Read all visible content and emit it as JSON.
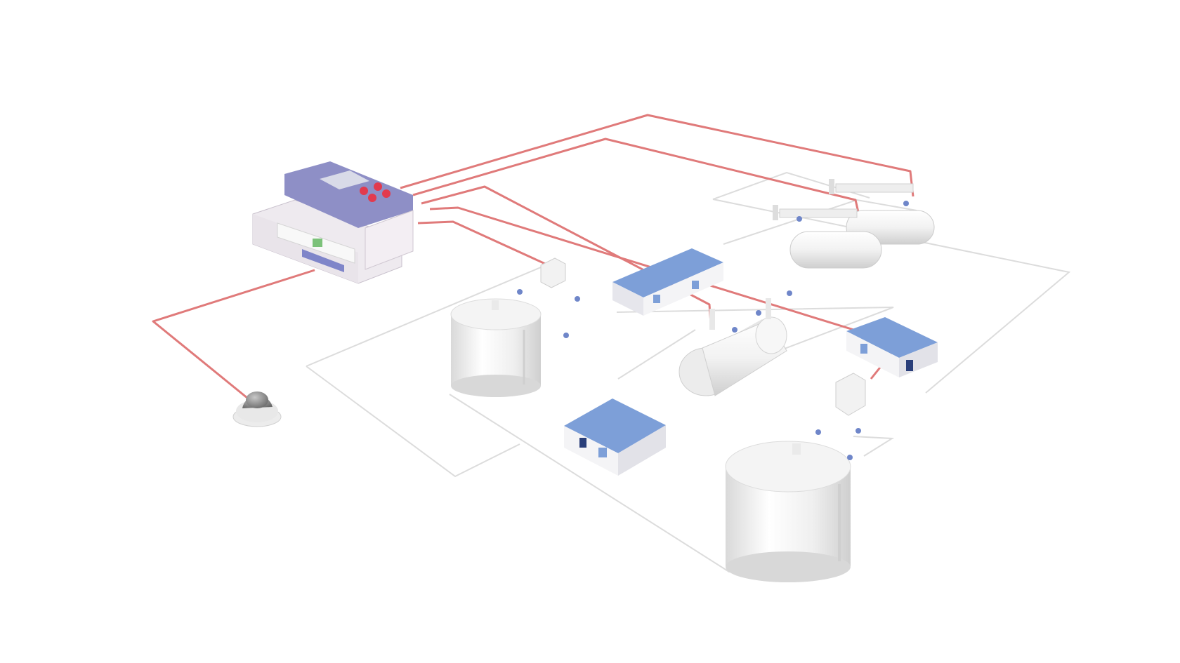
{
  "scene": {
    "colors": {
      "background": "#ffffff",
      "signal_cable": "#e07a7a",
      "signal_cable_dark": "#c9595c",
      "ground_outline": "#dcdcdc",
      "building_roof": "#7d9fd8",
      "building_wall": "#f4f4f6",
      "controller_panel": "#8e8fc6",
      "controller_button": "#e23a4e",
      "equipment_white": "#f1f1f1",
      "detector_cap": "#6f86c9"
    },
    "components": [
      {
        "kind": "controller",
        "icon": "gas-alarm-controller-icon"
      },
      {
        "kind": "dome-camera",
        "icon": "dome-camera-icon"
      },
      {
        "kind": "vertical-storage-tank",
        "icon": "storage-tank-icon",
        "count": 2
      },
      {
        "kind": "horizontal-pressure-tank",
        "icon": "horizontal-tank-icon",
        "count": 3
      },
      {
        "kind": "prefab-building",
        "icon": "building-icon",
        "count": 3
      },
      {
        "kind": "junction-box",
        "icon": "junction-box-icon",
        "count": 2
      },
      {
        "kind": "gas-detector",
        "icon": "gas-detector-icon"
      }
    ]
  }
}
